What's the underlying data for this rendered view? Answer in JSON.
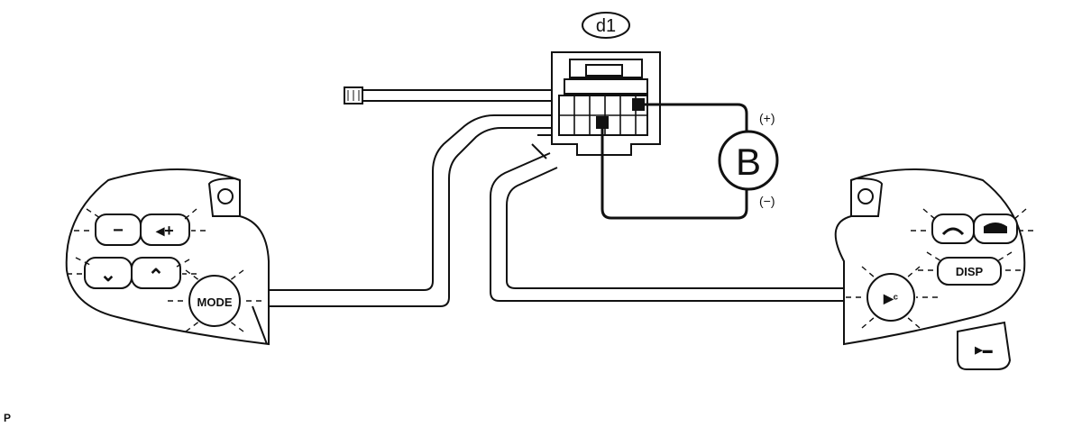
{
  "connector_label": "d1",
  "battery_label": "B",
  "polarity_plus": "(+)",
  "polarity_minus": "(−)",
  "left_switch": {
    "minus_label": "−",
    "plus_label": "◂+",
    "down_label": "⌄",
    "up_label": "⌃",
    "mode_label": "MODE"
  },
  "right_switch": {
    "disp_label": "DISP",
    "voice_label": "▶ᶜ",
    "lower_label": "▶▬"
  },
  "corner_mark": "P"
}
